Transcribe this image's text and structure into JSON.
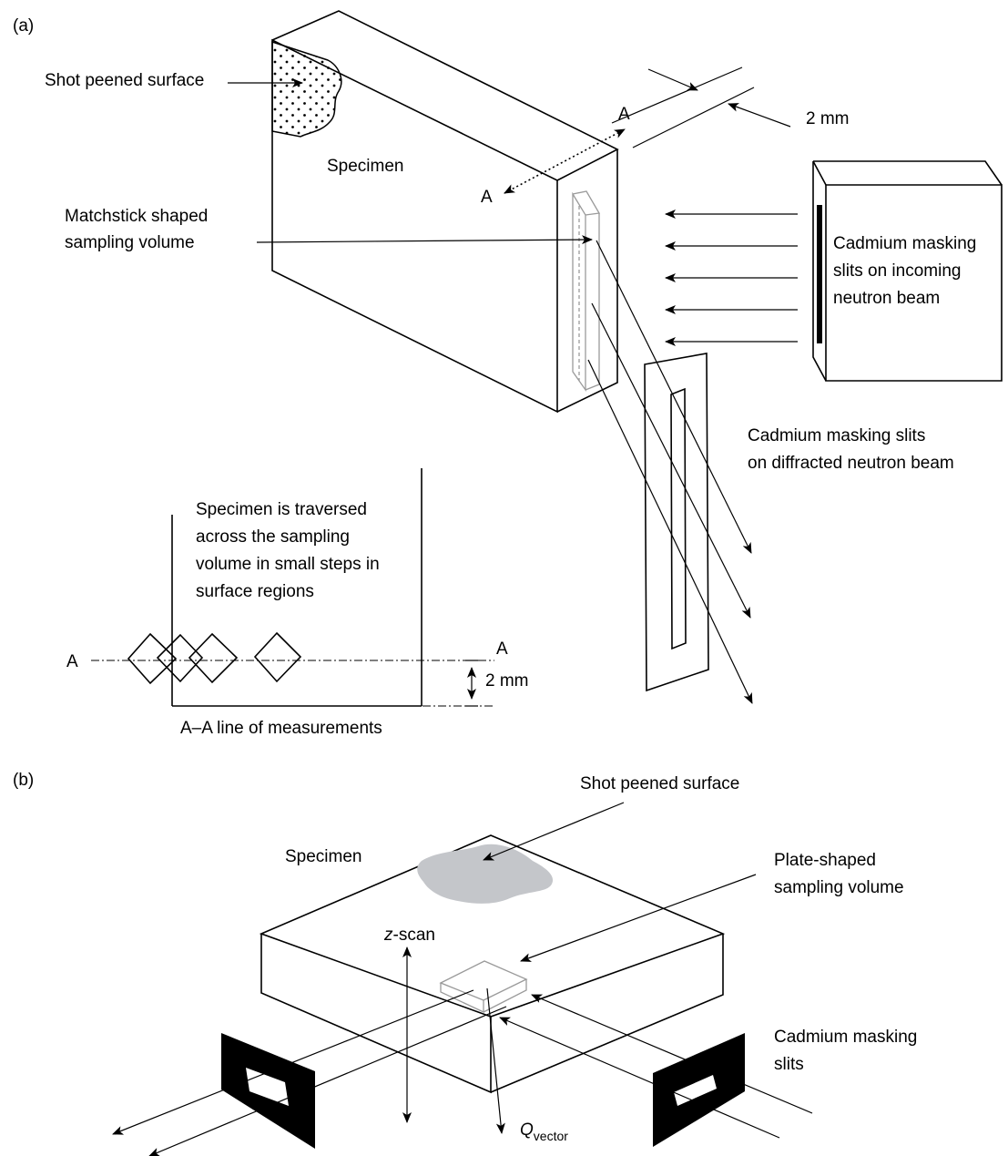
{
  "panel_a": {
    "panel_label": "(a)",
    "shot_peened_surface": "Shot peened surface",
    "specimen": "Specimen",
    "sampling_volume_line1": "Matchstick shaped",
    "sampling_volume_line2": "sampling volume",
    "section_marker": "A",
    "slit_width": "2 mm",
    "incoming_slits_line1": "Cadmium masking",
    "incoming_slits_line2": "slits on incoming",
    "incoming_slits_line3": "neutron beam",
    "diffracted_slits_line1": "Cadmium masking slits",
    "diffracted_slits_line2": "on diffracted neutron beam",
    "traverse_line1": "Specimen is traversed",
    "traverse_line2": "across the sampling",
    "traverse_line3": "volume in small steps in",
    "traverse_line4": "surface regions",
    "step_size": "2 mm",
    "line_caption": "A–A line of measurements"
  },
  "panel_b": {
    "panel_label": "(b)",
    "shot_peened_surface": "Shot peened surface",
    "specimen": "Specimen",
    "sampling_volume_line1": "Plate-shaped",
    "sampling_volume_line2": "sampling volume",
    "z_scan_italic": "z",
    "z_scan_rest": "-scan",
    "slits_line1": "Cadmium masking",
    "slits_line2": "slits",
    "q_symbol": "Q",
    "q_subscript": "vector"
  },
  "colors": {
    "shot_peened_fill": "#c4c6ca",
    "slit_frame": "#000000",
    "sampling_volume_outline": "#9a9a9a"
  }
}
